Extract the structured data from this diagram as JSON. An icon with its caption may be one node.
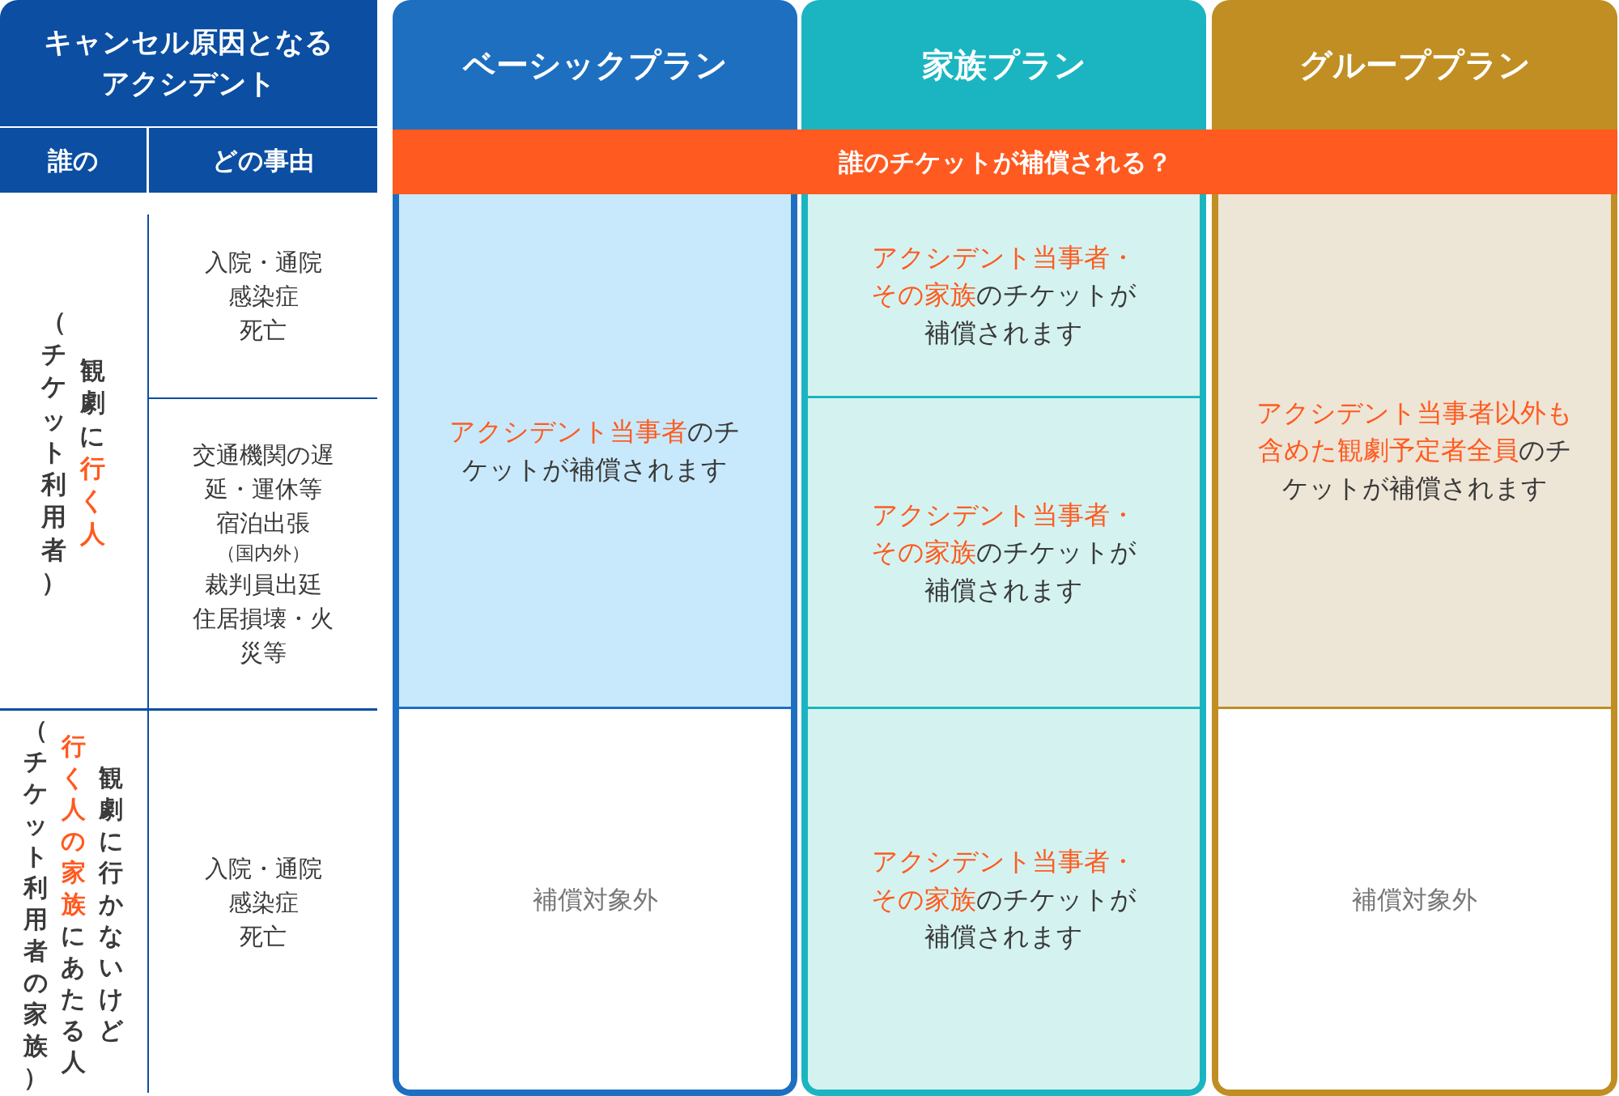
{
  "diagram": {
    "nodes": [
      {
        "text": [
          "キャンセル原因となるアクシデント"
        ]
      },
      {
        "text": [
          "ベーシックプラン"
        ]
      },
      {
        "text": [
          "家族プラン"
        ]
      },
      {
        "text": [
          "グループプラン"
        ]
      },
      {
        "text": [
          "誰の"
        ]
      },
      {
        "text": [
          "どの事由"
        ]
      },
      {
        "text": [
          "誰のチケットが補償される？"
        ]
      },
      {
        "text": [
          "（チケット利用者）",
          "観劇に**行く人**"
        ]
      },
      {
        "text": [
          "入院・通院",
          "感染症",
          "死亡"
        ]
      },
      {
        "text": [
          "**アクシデント当事者**のチケットが補償されます"
        ]
      },
      {
        "text": [
          "**アクシデント当事者・その家族**のチケットが補償されます"
        ]
      },
      {
        "text": [
          "**アクシデント当事者以外も含めた観劇予定者全員**のチケットが補償されます"
        ]
      },
      {
        "text": [
          "交通機関の遅延・運休等",
          "宿泊出張",
          "（国内外）",
          "裁判員出廷",
          "住居損壊・火災等"
        ]
      },
      {
        "text": [
          "**アクシデント当事者・その家族**のチケットが補償されます"
        ]
      },
      {
        "text": [
          "（チケット利用者の家族）",
          "**行く人の家族**にあたる人",
          "観劇に行かないけど"
        ]
      },
      {
        "text": [
          "入院・通院",
          "感染症",
          "死亡"
        ]
      },
      {
        "text": [
          "補償対象外"
        ]
      },
      {
        "text": [
          "**アクシデント当事者・その家族**のチケットが補償されます"
        ]
      },
      {
        "text": [
          "補償対象外"
        ]
      }
    ]
  }
}
